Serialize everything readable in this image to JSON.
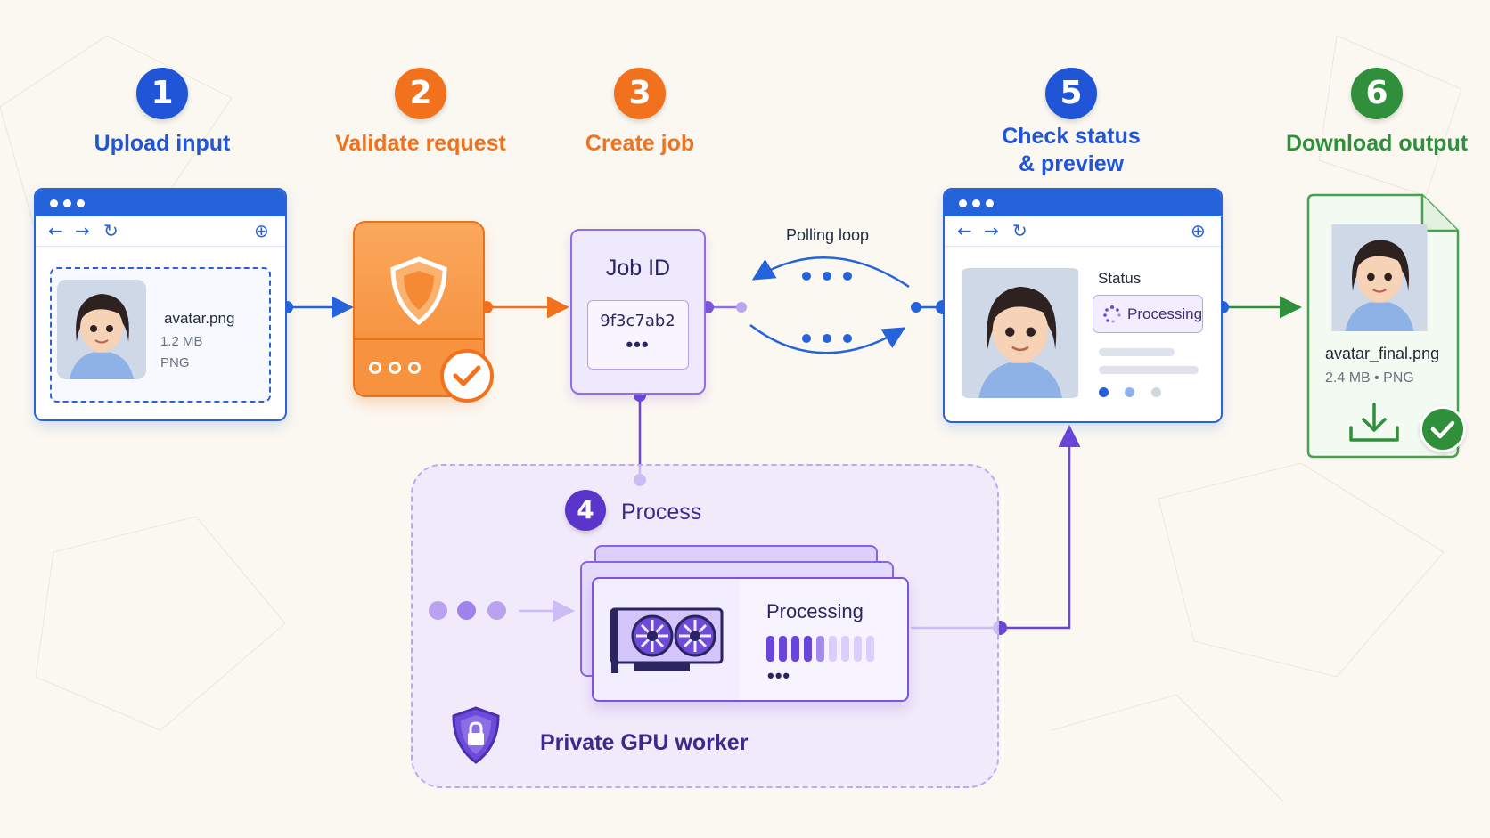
{
  "steps": [
    {
      "number": "1",
      "title": "Upload input",
      "color": "#1f55d6"
    },
    {
      "number": "2",
      "title": "Validate request",
      "color": "#f2711c"
    },
    {
      "number": "3",
      "title": "Create job",
      "color": "#f2711c"
    },
    {
      "number": "4",
      "title": "Process",
      "color": "#5b35c9"
    },
    {
      "number": "5",
      "title_line1": "Check status",
      "title_line2": "& preview",
      "color": "#1f55d6"
    },
    {
      "number": "6",
      "title": "Download output",
      "color": "#2f8f3a"
    }
  ],
  "upload": {
    "file_name": "avatar.png",
    "file_size": "1.2 MB",
    "file_type": "PNG"
  },
  "job": {
    "title": "Job ID",
    "id": "9f3c7ab2",
    "more": "•••"
  },
  "polling": {
    "label": "Polling loop"
  },
  "status": {
    "label": "Status",
    "value": "Processing"
  },
  "download": {
    "file_name": "avatar_final.png",
    "meta": "2.4 MB • PNG"
  },
  "worker": {
    "processing_label": "Processing",
    "progress_level": 0.45,
    "zone_title": "Private GPU worker"
  },
  "icons": [
    "back-arrow-icon",
    "forward-arrow-icon",
    "reload-icon",
    "globe-icon",
    "shield-icon",
    "check-icon",
    "gpu-icon",
    "lock-shield-icon",
    "download-icon",
    "spinner-icon"
  ],
  "colors": {
    "blue": "#2563db",
    "orange": "#f48a34",
    "purple": "#7c55df",
    "green": "#2f8f3a",
    "background": "#fbf8f1"
  }
}
